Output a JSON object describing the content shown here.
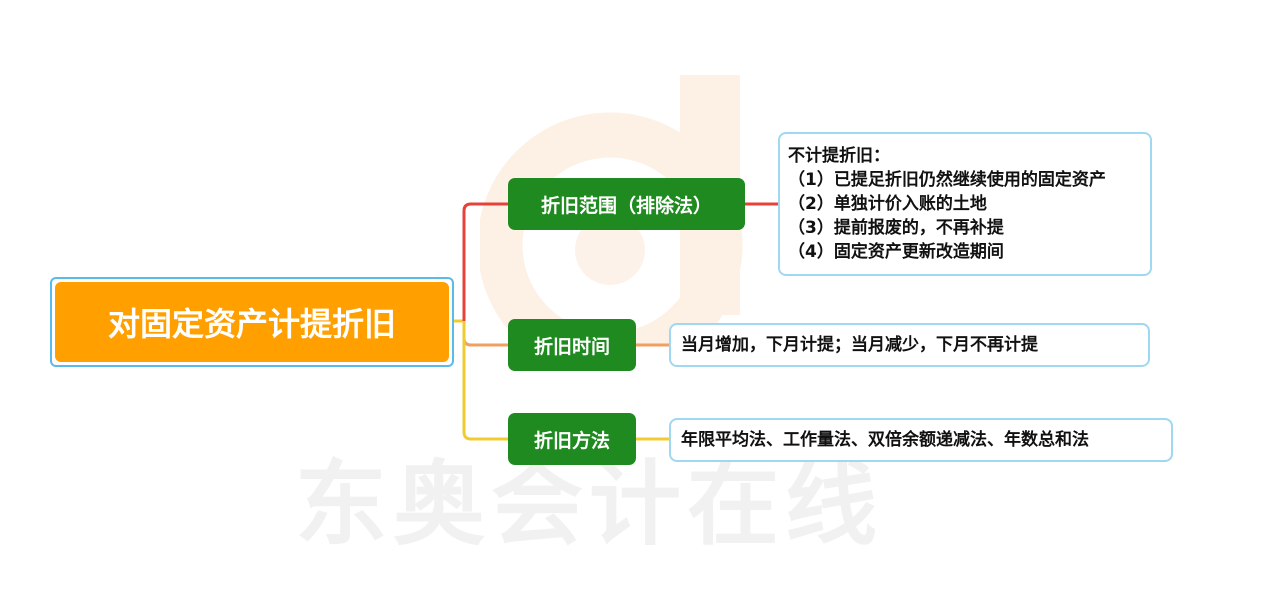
{
  "watermark": {
    "text": "东奥会计在线",
    "logo": "dongao-d-logo"
  },
  "root": {
    "label": "对固定资产计提折旧",
    "color": "#ff9f00"
  },
  "branches": [
    {
      "label": "折旧范围（排除法）",
      "line_color": "#e8413a",
      "detail": {
        "title": "不计提折旧：",
        "items": [
          "（1）已提足折旧仍然继续使用的固定资产",
          "（2）单独计价入账的土地",
          "（3）提前报废的，不再补提",
          "（4）固定资产更新改造期间"
        ]
      }
    },
    {
      "label": "折旧时间",
      "line_color": "#f0a060",
      "detail": {
        "text": "当月增加，下月计提；当月减少，下月不再计提"
      }
    },
    {
      "label": "折旧方法",
      "line_color": "#f0cc30",
      "detail": {
        "text": "年限平均法、工作量法、双倍余额递减法、年数总和法"
      }
    }
  ],
  "colors": {
    "branch_bg": "#1f8a1f",
    "leaf_border": "#9fd8f0",
    "root_border": "#5bbbe8"
  }
}
